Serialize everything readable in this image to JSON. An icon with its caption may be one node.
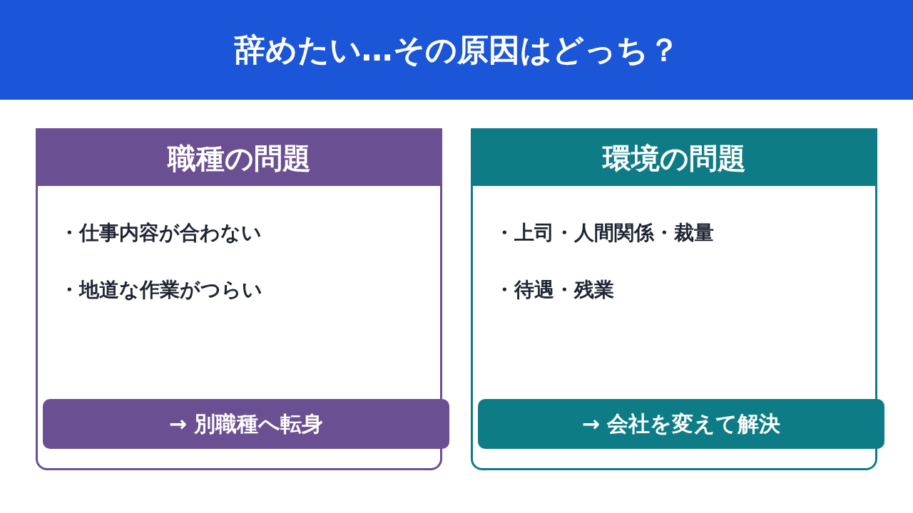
{
  "diagram": {
    "title": "辞めたい…その原因はどっち？",
    "nodes": [
      {
        "text": [
          "・仕事内容が合わない",
          "・地道な作業がつらい"
        ]
      },
      {
        "text": [
          "職種の問題"
        ],
        "in": 0
      },
      {
        "text": [
          "→ 別職種へ転身"
        ],
        "in": 0
      },
      {
        "text": [
          "・上司・人間関係・裁量",
          "・待遇・残業"
        ]
      },
      {
        "text": [
          "環境の問題"
        ],
        "in": 3
      },
      {
        "text": [
          "→ 会社を変えて解決"
        ],
        "in": 3
      }
    ]
  }
}
